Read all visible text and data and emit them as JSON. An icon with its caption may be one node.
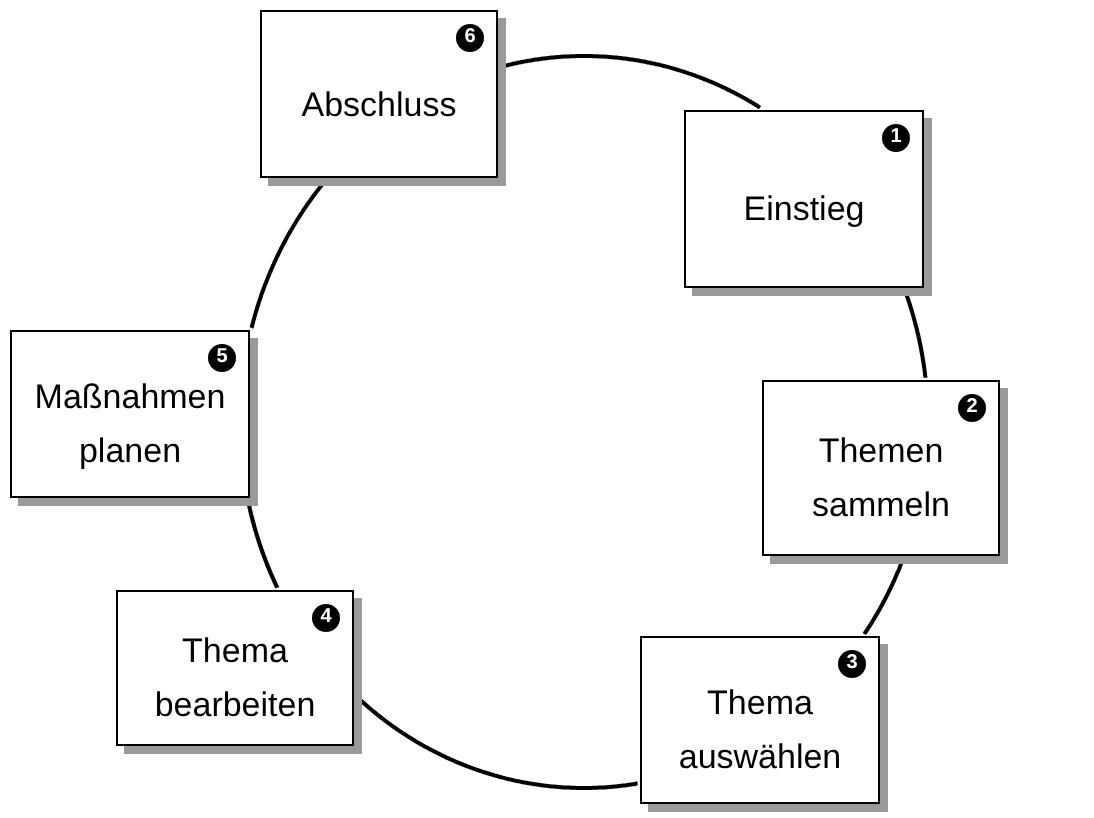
{
  "diagram": {
    "nodes": [
      {
        "text": [
          "1",
          "Einstieg"
        ]
      },
      {
        "text": [
          "2",
          "Themen sammeln"
        ]
      },
      {
        "text": [
          "3",
          "Thema auswählen"
        ]
      },
      {
        "text": [
          "4",
          "Thema bearbeiten"
        ]
      },
      {
        "text": [
          "5",
          "Maßnahmen planen"
        ]
      },
      {
        "text": [
          "6",
          "Abschluss"
        ]
      }
    ],
    "edges": [
      {
        "from": 0,
        "to": 1,
        "arrow": "none"
      },
      {
        "from": 1,
        "to": 2,
        "arrow": "none"
      },
      {
        "from": 2,
        "to": 3,
        "arrow": "none"
      },
      {
        "from": 3,
        "to": 4,
        "arrow": "none"
      },
      {
        "from": 4,
        "to": 5,
        "arrow": "none"
      },
      {
        "from": 5,
        "to": 0,
        "arrow": "none"
      }
    ]
  }
}
